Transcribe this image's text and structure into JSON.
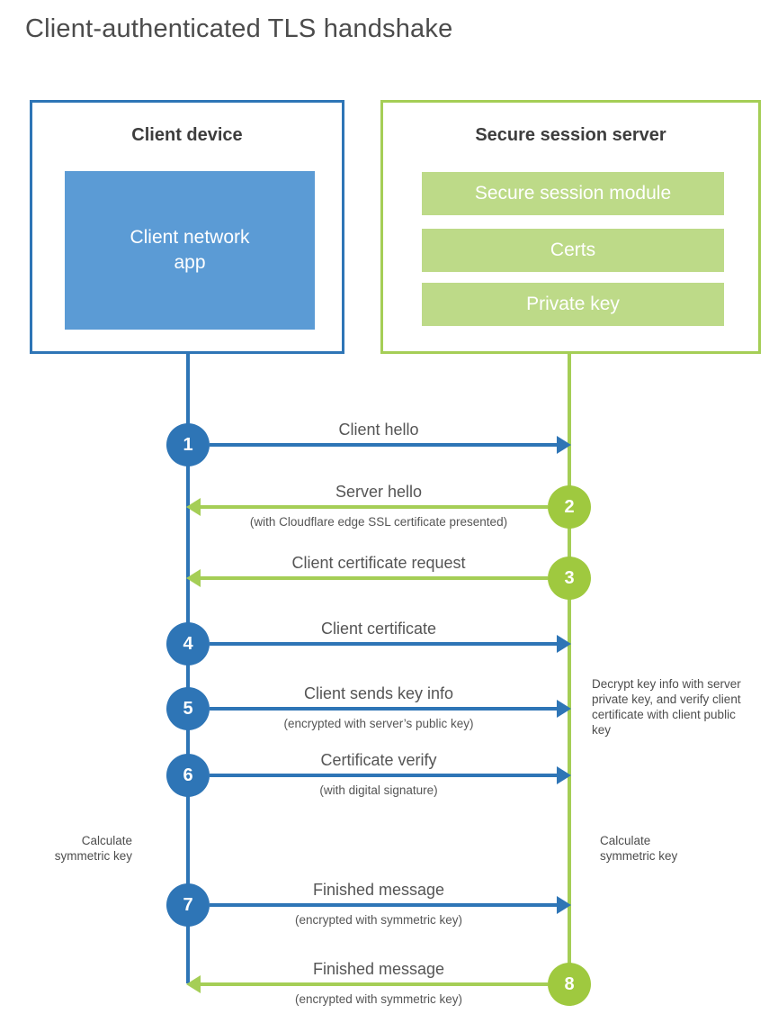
{
  "title": "Client-authenticated TLS handshake",
  "client": {
    "title": "Client device",
    "app_label": "Client network app"
  },
  "server": {
    "title": "Secure session server",
    "modules": [
      "Secure session module",
      "Certs",
      "Private key"
    ]
  },
  "steps": [
    {
      "num": "1",
      "label": "Client hello",
      "from": "client",
      "direction": "to-server"
    },
    {
      "num": "2",
      "label": "Server hello",
      "sub": "(with Cloudflare edge SSL certificate presented)",
      "from": "server",
      "direction": "to-client"
    },
    {
      "num": "3",
      "label": "Client certificate request",
      "from": "server",
      "direction": "to-client"
    },
    {
      "num": "4",
      "label": "Client certificate",
      "from": "client",
      "direction": "to-server"
    },
    {
      "num": "5",
      "label": "Client sends key info",
      "sub": "(encrypted with server’s public key)",
      "from": "client",
      "direction": "to-server"
    },
    {
      "num": "6",
      "label": "Certificate verify",
      "sub": "(with digital signature)",
      "from": "client",
      "direction": "to-server"
    },
    {
      "num": "7",
      "label": "Finished message",
      "sub": "(encrypted with symmetric key)",
      "from": "client",
      "direction": "to-server"
    },
    {
      "num": "8",
      "label": "Finished message",
      "sub": "(encrypted with symmetric key)",
      "from": "server",
      "direction": "to-client"
    }
  ],
  "notes": {
    "client_calc": "Calculate symmetric key",
    "server_calc": "Calculate symmetric key",
    "server_decrypt": "Decrypt key info with server private key, and verify client certificate with client public key"
  },
  "colors": {
    "blue": "#2e75b6",
    "blue_fill": "#5b9bd5",
    "green": "#a5ce56",
    "green_fill": "#bdda88",
    "green_circle": "#9fc93f",
    "title_text": "#4b4b4b",
    "label_text": "#555555",
    "white_text": "#ffffff"
  }
}
